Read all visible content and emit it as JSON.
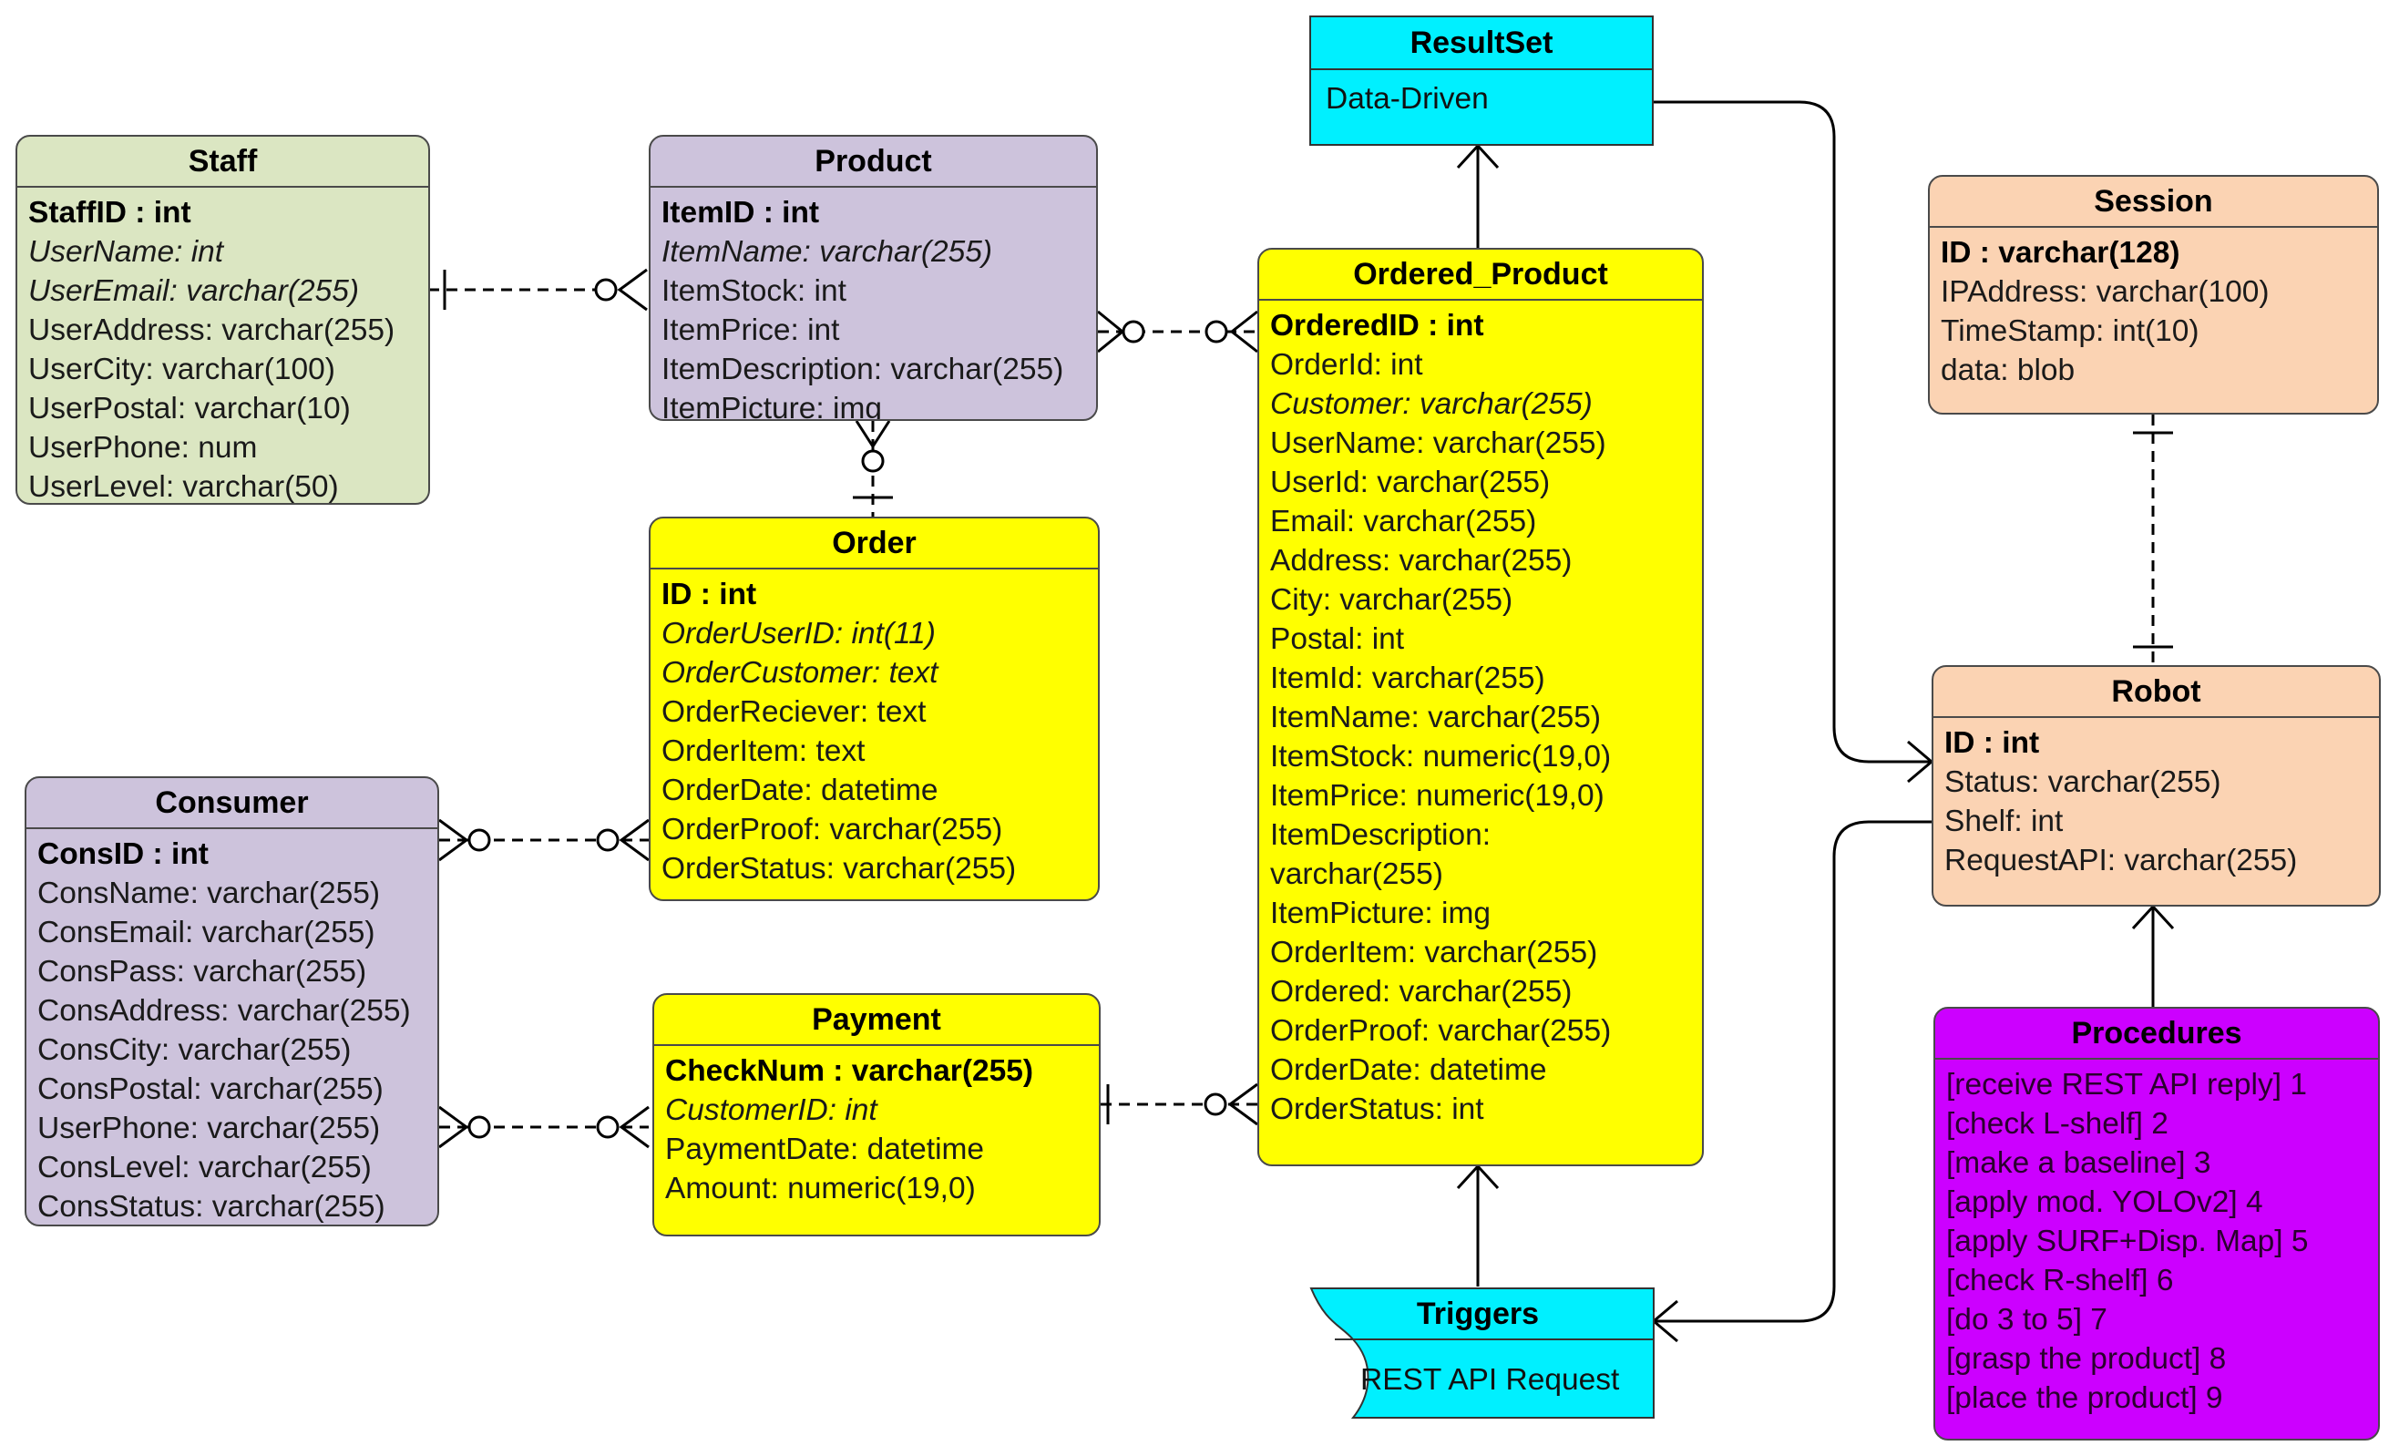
{
  "entities": {
    "staff": {
      "title": "Staff",
      "fields": [
        {
          "text": "StaffID : int",
          "style": "pk"
        },
        {
          "text": "UserName: int",
          "style": "it"
        },
        {
          "text": "UserEmail: varchar(255)",
          "style": "it"
        },
        {
          "text": "UserAddress: varchar(255)",
          "style": ""
        },
        {
          "text": "UserCity: varchar(100)",
          "style": ""
        },
        {
          "text": "UserPostal: varchar(10)",
          "style": ""
        },
        {
          "text": "UserPhone: num",
          "style": ""
        },
        {
          "text": "UserLevel: varchar(50)",
          "style": ""
        }
      ]
    },
    "product": {
      "title": "Product",
      "fields": [
        {
          "text": "ItemID : int",
          "style": "pk"
        },
        {
          "text": "ItemName: varchar(255)",
          "style": "it"
        },
        {
          "text": "ItemStock: int",
          "style": ""
        },
        {
          "text": "ItemPrice: int",
          "style": ""
        },
        {
          "text": "ItemDescription: varchar(255)",
          "style": ""
        },
        {
          "text": "ItemPicture: img",
          "style": ""
        }
      ]
    },
    "order": {
      "title": "Order",
      "fields": [
        {
          "text": "ID : int",
          "style": "pk"
        },
        {
          "text": "OrderUserID: int(11)",
          "style": "it"
        },
        {
          "text": "OrderCustomer: text",
          "style": "it"
        },
        {
          "text": "OrderReciever: text",
          "style": ""
        },
        {
          "text": "OrderItem: text",
          "style": ""
        },
        {
          "text": "OrderDate: datetime",
          "style": ""
        },
        {
          "text": "OrderProof: varchar(255)",
          "style": ""
        },
        {
          "text": "OrderStatus: varchar(255)",
          "style": ""
        }
      ]
    },
    "consumer": {
      "title": "Consumer",
      "fields": [
        {
          "text": "ConsID : int",
          "style": "pk"
        },
        {
          "text": "ConsName: varchar(255)",
          "style": ""
        },
        {
          "text": "ConsEmail: varchar(255)",
          "style": ""
        },
        {
          "text": "ConsPass: varchar(255)",
          "style": ""
        },
        {
          "text": "ConsAddress: varchar(255)",
          "style": ""
        },
        {
          "text": "ConsCity: varchar(255)",
          "style": ""
        },
        {
          "text": "ConsPostal: varchar(255)",
          "style": ""
        },
        {
          "text": "UserPhone: varchar(255)",
          "style": ""
        },
        {
          "text": "ConsLevel: varchar(255)",
          "style": ""
        },
        {
          "text": "ConsStatus: varchar(255)",
          "style": ""
        }
      ]
    },
    "payment": {
      "title": "Payment",
      "fields": [
        {
          "text": "CheckNum : varchar(255)",
          "style": "pk"
        },
        {
          "text": "CustomerID: int",
          "style": "it"
        },
        {
          "text": "PaymentDate: datetime",
          "style": ""
        },
        {
          "text": "Amount: numeric(19,0)",
          "style": ""
        }
      ]
    },
    "ordered_product": {
      "title": "Ordered_Product",
      "fields": [
        {
          "text": "OrderedID : int",
          "style": "pk"
        },
        {
          "text": "OrderId: int",
          "style": ""
        },
        {
          "text": "Customer: varchar(255)",
          "style": "it"
        },
        {
          "text": "UserName: varchar(255)",
          "style": ""
        },
        {
          "text": "UserId: varchar(255)",
          "style": ""
        },
        {
          "text": "Email: varchar(255)",
          "style": ""
        },
        {
          "text": "Address: varchar(255)",
          "style": ""
        },
        {
          "text": "City: varchar(255)",
          "style": ""
        },
        {
          "text": "Postal: int",
          "style": ""
        },
        {
          "text": "ItemId: varchar(255)",
          "style": ""
        },
        {
          "text": "ItemName: varchar(255)",
          "style": ""
        },
        {
          "text": "ItemStock: numeric(19,0)",
          "style": ""
        },
        {
          "text": "ItemPrice: numeric(19,0)",
          "style": ""
        },
        {
          "text": "ItemDescription:",
          "style": ""
        },
        {
          "text": "varchar(255)",
          "style": ""
        },
        {
          "text": "ItemPicture: img",
          "style": ""
        },
        {
          "text": "OrderItem: varchar(255)",
          "style": ""
        },
        {
          "text": "Ordered: varchar(255)",
          "style": ""
        },
        {
          "text": "OrderProof: varchar(255)",
          "style": ""
        },
        {
          "text": "OrderDate: datetime",
          "style": ""
        },
        {
          "text": "OrderStatus: int",
          "style": ""
        }
      ]
    },
    "session": {
      "title": "Session",
      "fields": [
        {
          "text": "ID : varchar(128)",
          "style": "pk"
        },
        {
          "text": "IPAddress: varchar(100)",
          "style": ""
        },
        {
          "text": "TimeStamp: int(10)",
          "style": ""
        },
        {
          "text": "data: blob",
          "style": ""
        }
      ]
    },
    "robot": {
      "title": "Robot",
      "fields": [
        {
          "text": "ID : int",
          "style": "pk"
        },
        {
          "text": "Status: varchar(255)",
          "style": ""
        },
        {
          "text": "Shelf: int",
          "style": ""
        },
        {
          "text": "RequestAPI: varchar(255)",
          "style": ""
        }
      ]
    },
    "procedures": {
      "title": "Procedures",
      "fields": [
        {
          "text": "[receive REST API reply] 1",
          "style": ""
        },
        {
          "text": "[check L-shelf] 2",
          "style": ""
        },
        {
          "text": "[make a baseline] 3",
          "style": ""
        },
        {
          "text": "[apply mod. YOLOv2] 4",
          "style": ""
        },
        {
          "text": "[apply SURF+Disp. Map] 5",
          "style": ""
        },
        {
          "text": "[check R-shelf] 6",
          "style": ""
        },
        {
          "text": "[do 3 to 5] 7",
          "style": ""
        },
        {
          "text": "[grasp the product] 8",
          "style": ""
        },
        {
          "text": "[place the product] 9",
          "style": ""
        }
      ]
    }
  },
  "resultset": {
    "title": "ResultSet",
    "body": "Data-Driven"
  },
  "triggers": {
    "title": "Triggers",
    "body": "REST API Request"
  },
  "colors": {
    "staff": "#dbe6c2",
    "lavender": "#cdc3dc",
    "yellow": "#ffff00",
    "peach": "#fbd3b3",
    "magenta": "#cc00ff",
    "cyan": "#00f0ff"
  }
}
